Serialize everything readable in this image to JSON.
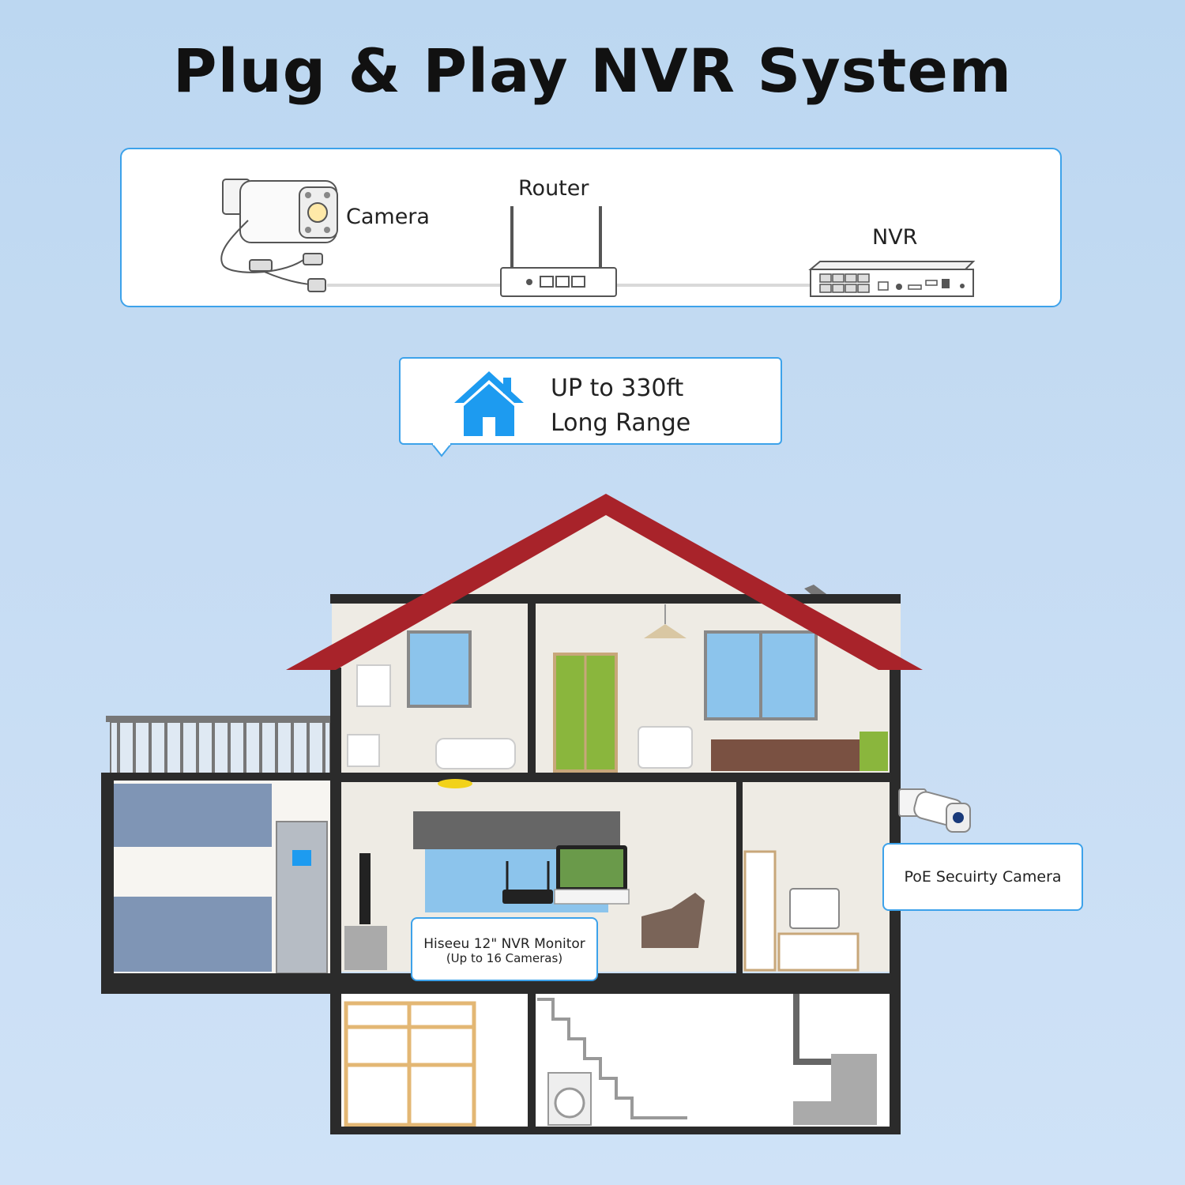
{
  "title": "Plug & Play NVR System",
  "topology": {
    "camera_label": "Camera",
    "router_label": "Router",
    "nvr_label": "NVR"
  },
  "range_callout": {
    "line1": "UP to 330ft",
    "line2": "Long Range"
  },
  "labels": {
    "monitor_line1": "Hiseeu 12\" NVR Monitor",
    "monitor_line2": "(Up to 16 Cameras)",
    "camera_tag": "PoE Secuirty Camera"
  },
  "colors": {
    "accent": "#3da2ea",
    "roof": "#a8232a",
    "wall_dark": "#2b2b2b",
    "interior": "#eeebe4"
  }
}
